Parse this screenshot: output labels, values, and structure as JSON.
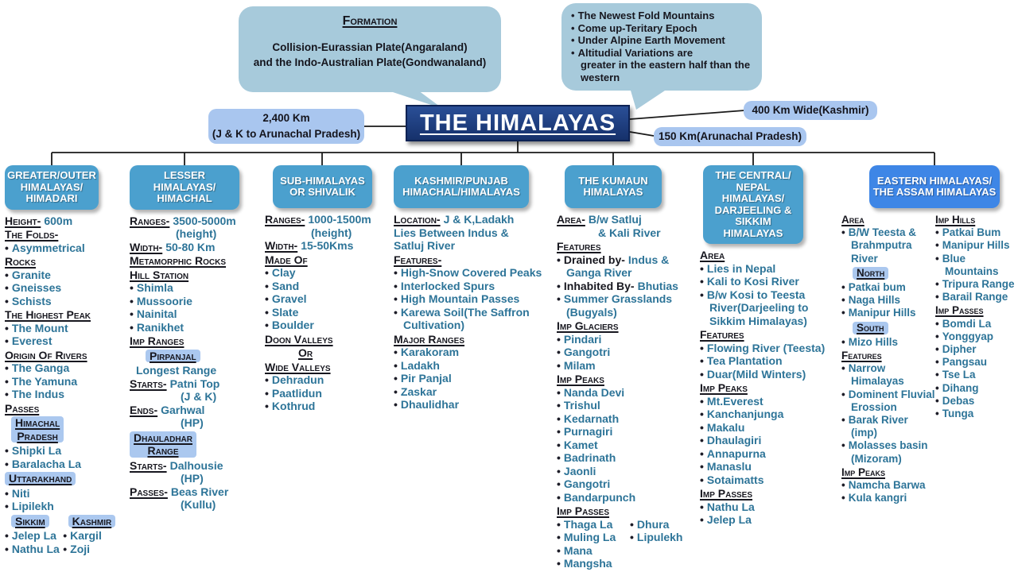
{
  "title": "THE HIMALAYAS",
  "formation_bubble": {
    "heading": "Formation",
    "body": "Collision-Eurassian Plate(Angaraland)\nand the Indo-Australian Plate(Gondwanaland)"
  },
  "facts_bubble": {
    "lines": [
      {
        "b": true,
        "x": "The Newest Fold Mountains"
      },
      {
        "b": true,
        "x": "Come up-Teritary Epoch"
      },
      {
        "b": true,
        "x": "Under Alpine Earth Movement"
      },
      {
        "b": true,
        "x": "Altitudial Variations are"
      },
      {
        "b": false,
        "x": "greater in the eastern half than the"
      },
      {
        "b": false,
        "x": "western"
      }
    ]
  },
  "pills": {
    "length": "2,400 Km\n(J & K to Arunachal Pradesh)",
    "width_kashmir": "400 Km Wide(Kashmir)",
    "width_arunachal": "150 Km(Arunachal Pradesh)"
  },
  "colors": {
    "title_bg": "#1d3e7b",
    "header_blue": "#4ba0ce",
    "header_blue_bright": "#3e86e6",
    "pill_blue": "#a9c6ef",
    "bubble_blue": "#a7cadb",
    "highlight_blue": "#abc8ef",
    "text_teal": "#2d7498",
    "text_dark": "#17171f"
  },
  "columns": [
    {
      "header": "GREATER/OUTER\nHIMALAYAS/\nHIMADARI",
      "header_color": "#4ba0ce",
      "lines": [
        {
          "t": "kv",
          "k": "Height-",
          "v": "600m"
        },
        {
          "t": "h",
          "x": "The Folds-"
        },
        {
          "t": "b",
          "x": "Asymmetrical"
        },
        {
          "t": "h",
          "x": "Rocks"
        },
        {
          "t": "b",
          "x": "Granite"
        },
        {
          "t": "b",
          "x": "Gneisses"
        },
        {
          "t": "b",
          "x": "Schists"
        },
        {
          "t": "h",
          "x": "The Highest Peak"
        },
        {
          "t": "b",
          "x": "The Mount"
        },
        {
          "t": "b",
          "x": "Everest"
        },
        {
          "t": "h",
          "x": "Origin Of Rivers"
        },
        {
          "t": "b",
          "x": "The Ganga"
        },
        {
          "t": "b",
          "x": "The Yamuna"
        },
        {
          "t": "b",
          "x": "The Indus"
        },
        {
          "t": "h",
          "x": "Passes"
        },
        {
          "t": "hbox",
          "x": "Himachal\nPradesh",
          "ind": 8
        },
        {
          "t": "b",
          "x": "Shipki La"
        },
        {
          "t": "b",
          "x": "Baralacha La"
        },
        {
          "t": "hbox",
          "x": "Uttarakhand",
          "ind": 0
        },
        {
          "t": "b",
          "x": "Niti"
        },
        {
          "t": "b",
          "x": "Lipilekh"
        },
        {
          "t": "hbox2",
          "a": "Sikkim",
          "b": "Kashmir",
          "inda": 8,
          "gap": 24
        },
        {
          "t": "b2",
          "a": "Jelep La",
          "b": "Kargil",
          "w1": 80
        },
        {
          "t": "b2",
          "a": "Nathu La",
          "b": "Zoji",
          "w1": 80
        }
      ]
    },
    {
      "header": "LESSER HIMALAYAS/\nHIMACHAL",
      "header_color": "#4ba0ce",
      "lines": [
        {
          "t": "kv",
          "k": "Ranges-",
          "v": "3500-5000m"
        },
        {
          "t": "cont",
          "x": "(height)",
          "ind": 58
        },
        {
          "t": "kv",
          "k": "Width-",
          "v": "50-80 Km"
        },
        {
          "t": "h",
          "x": "Metamorphic Rocks"
        },
        {
          "t": "h",
          "x": "Hill Station"
        },
        {
          "t": "b",
          "x": "Shimla"
        },
        {
          "t": "b",
          "x": "Mussoorie"
        },
        {
          "t": "b",
          "x": "Nainital"
        },
        {
          "t": "b",
          "x": "Ranikhet"
        },
        {
          "t": "h",
          "x": "Imp Ranges"
        },
        {
          "t": "hbox",
          "x": "Pirpanjal",
          "ind": 20
        },
        {
          "t": "cont",
          "x": "Longest Range",
          "ind": 8
        },
        {
          "t": "kv",
          "k": "Starts-",
          "v": "Patni Top"
        },
        {
          "t": "cont",
          "x": "(J & K)",
          "ind": 64
        },
        {
          "t": "kv",
          "k": "Ends-",
          "v": "Garhwal"
        },
        {
          "t": "cont",
          "x": "(HP)",
          "ind": 64
        },
        {
          "t": "hbox",
          "x": "Dhauladhar\nRange",
          "ind": 0
        },
        {
          "t": "kv",
          "k": "Starts-",
          "v": "Dalhousie"
        },
        {
          "t": "cont",
          "x": "(HP)",
          "ind": 64
        },
        {
          "t": "kv",
          "k": "Passes-",
          "v": "Beas River"
        },
        {
          "t": "cont",
          "x": "(Kullu)",
          "ind": 64
        }
      ]
    },
    {
      "header": "SUB-HIMALAYAS\nOR SHIVALIK",
      "header_color": "#4ba0ce",
      "lines": [
        {
          "t": "kv",
          "k": "Ranges-",
          "v": "1000-1500m"
        },
        {
          "t": "cont",
          "x": "(height)",
          "ind": 58
        },
        {
          "t": "kv",
          "k": "Width-",
          "v": "15-50Kms"
        },
        {
          "t": "h",
          "x": "Made Of"
        },
        {
          "t": "b",
          "x": "Clay"
        },
        {
          "t": "b",
          "x": "Sand"
        },
        {
          "t": "b",
          "x": "Gravel"
        },
        {
          "t": "b",
          "x": "Slate"
        },
        {
          "t": "b",
          "x": "Boulder"
        },
        {
          "t": "h",
          "x": "Doon Valleys"
        },
        {
          "t": "hc",
          "x": "Or"
        },
        {
          "t": "h",
          "x": "Wide Valleys"
        },
        {
          "t": "b",
          "x": "Dehradun"
        },
        {
          "t": "b",
          "x": "Paatlidun"
        },
        {
          "t": "b",
          "x": "Kothrud"
        }
      ]
    },
    {
      "header": "KASHMIR/PUNJAB\nHIMACHAL/HIMALAYAS",
      "header_color": "#4ba0ce",
      "lines": [
        {
          "t": "kv",
          "k": "Location-",
          "v": "J & K,Ladakh"
        },
        {
          "t": "cont",
          "x": "Lies Between Indus &",
          "ind": 0
        },
        {
          "t": "cont",
          "x": "Satluj River",
          "ind": 0
        },
        {
          "t": "h",
          "x": "Features-"
        },
        {
          "t": "b",
          "x": "High-Snow Covered Peaks"
        },
        {
          "t": "b",
          "x": "Interlocked Spurs"
        },
        {
          "t": "b",
          "x": "High Mountain Passes"
        },
        {
          "t": "b",
          "x": "Karewa Soil(The Saffron Cultivation)"
        },
        {
          "t": "h",
          "x": "Major Ranges"
        },
        {
          "t": "b",
          "x": "Karakoram"
        },
        {
          "t": "b",
          "x": "Ladakh"
        },
        {
          "t": "b",
          "x": "Pir Panjal"
        },
        {
          "t": "b",
          "x": "Zaskar"
        },
        {
          "t": "b",
          "x": "Dhaulidhar"
        }
      ]
    },
    {
      "header": "THE KUMAUN\nHIMALAYAS",
      "header_color": "#4ba0ce",
      "lines": [
        {
          "t": "kv",
          "k": "Area-",
          "v": "B/w Satluj"
        },
        {
          "t": "cont",
          "x": "& Kali River",
          "ind": 52
        },
        {
          "t": "h",
          "x": "Features"
        },
        {
          "t": "b",
          "pre": "Drained by-",
          "x": "Indus & Ganga River"
        },
        {
          "t": "b",
          "pre": "Inhabited By-",
          "x": "Bhutias"
        },
        {
          "t": "b",
          "x": "Summer Grasslands (Bugyals)"
        },
        {
          "t": "h",
          "x": "Imp Glaciers"
        },
        {
          "t": "b",
          "x": "Pindari"
        },
        {
          "t": "b",
          "x": "Gangotri"
        },
        {
          "t": "b",
          "x": "Milam"
        },
        {
          "t": "h",
          "x": "Imp Peaks"
        },
        {
          "t": "b",
          "x": "Nanda Devi"
        },
        {
          "t": "b",
          "x": "Trishul"
        },
        {
          "t": "b",
          "x": "Kedarnath"
        },
        {
          "t": "b",
          "x": "Purnagiri"
        },
        {
          "t": "b",
          "x": "Kamet"
        },
        {
          "t": "b",
          "x": "Badrinath"
        },
        {
          "t": "b",
          "x": "Jaonli"
        },
        {
          "t": "b",
          "x": "Gangotri"
        },
        {
          "t": "b",
          "x": "Bandarpunch"
        },
        {
          "t": "h",
          "x": "Imp Passes"
        },
        {
          "t": "b2",
          "a": "Thaga La",
          "b": "Dhura",
          "w1": 92
        },
        {
          "t": "b2",
          "a": "Muling La",
          "b": "Lipulekh",
          "w1": 92
        },
        {
          "t": "b",
          "x": "Mana"
        },
        {
          "t": "b",
          "x": "Mangsha"
        }
      ]
    },
    {
      "header": "THE CENTRAL/\nNEPAL HIMALAYAS/\nDARJEELING &\nSIKKIM\nHIMALAYAS",
      "header_color": "#4ba0ce",
      "lines": [
        {
          "t": "h",
          "x": "Area"
        },
        {
          "t": "b",
          "x": "Lies in Nepal"
        },
        {
          "t": "b",
          "x": "Kali to Kosi River"
        },
        {
          "t": "b",
          "x": "B/w Kosi to Teesta River(Darjeeling to Sikkim Himalayas)"
        },
        {
          "t": "h",
          "x": "Features"
        },
        {
          "t": "b",
          "x": "Flowing River (Teesta)"
        },
        {
          "t": "b",
          "x": "Tea Plantation"
        },
        {
          "t": "b",
          "x": "Duar(Mild Winters)"
        },
        {
          "t": "h",
          "x": "Imp Peaks"
        },
        {
          "t": "b",
          "x": "Mt.Everest"
        },
        {
          "t": "b",
          "x": "Kanchanjunga"
        },
        {
          "t": "b",
          "x": "Makalu"
        },
        {
          "t": "b",
          "x": "Dhaulagiri"
        },
        {
          "t": "b",
          "x": "Annapurna"
        },
        {
          "t": "b",
          "x": "Manaslu"
        },
        {
          "t": "b",
          "x": "Sotaimatts"
        },
        {
          "t": "h",
          "x": "Imp Passes"
        },
        {
          "t": "b",
          "x": "Nathu La"
        },
        {
          "t": "b",
          "x": "Jelep La"
        }
      ]
    },
    {
      "header": "EASTERN HIMALAYAS/\nTHE ASSAM HIMALAYAS",
      "header_color": "#3e86e6",
      "sub": [
        {
          "lines": [
            {
              "t": "h",
              "x": "Area"
            },
            {
              "t": "b",
              "x": "B/W Teesta & Brahmputra River"
            },
            {
              "t": "hbox",
              "x": "North",
              "ind": 14
            },
            {
              "t": "b",
              "x": "Patkai bum"
            },
            {
              "t": "b",
              "x": "Naga Hills"
            },
            {
              "t": "b",
              "x": "Manipur Hills"
            },
            {
              "t": "hbox",
              "x": "South",
              "ind": 14
            },
            {
              "t": "b",
              "x": "Mizo Hills"
            },
            {
              "t": "h",
              "x": "Features"
            },
            {
              "t": "b",
              "x": "Narrow Himalayas"
            },
            {
              "t": "b",
              "x": "Dominent Fluvial Erossion"
            },
            {
              "t": "b",
              "x": "Barak River (imp)"
            },
            {
              "t": "b",
              "x": "Molasses basin (Mizoram)"
            },
            {
              "t": "h",
              "x": "Imp Peaks"
            },
            {
              "t": "b",
              "x": "Namcha Barwa"
            },
            {
              "t": "b",
              "x": "Kula kangri"
            }
          ]
        },
        {
          "lines": [
            {
              "t": "h",
              "x": "Imp Hills"
            },
            {
              "t": "b",
              "x": "Patkai Bum"
            },
            {
              "t": "b",
              "x": "Manipur Hills"
            },
            {
              "t": "b",
              "x": "Blue Mountains"
            },
            {
              "t": "b",
              "x": "Tripura Range"
            },
            {
              "t": "b",
              "x": "Barail Range"
            },
            {
              "t": "h",
              "x": "Imp Passes"
            },
            {
              "t": "b",
              "x": "Bomdi La"
            },
            {
              "t": "b",
              "x": "Yonggyap"
            },
            {
              "t": "b",
              "x": "Dipher"
            },
            {
              "t": "b",
              "x": "Pangsau"
            },
            {
              "t": "b",
              "x": "Tse La"
            },
            {
              "t": "b",
              "x": "Dihang"
            },
            {
              "t": "b",
              "x": "Debas"
            },
            {
              "t": "b",
              "x": "Tunga"
            }
          ]
        }
      ]
    }
  ]
}
